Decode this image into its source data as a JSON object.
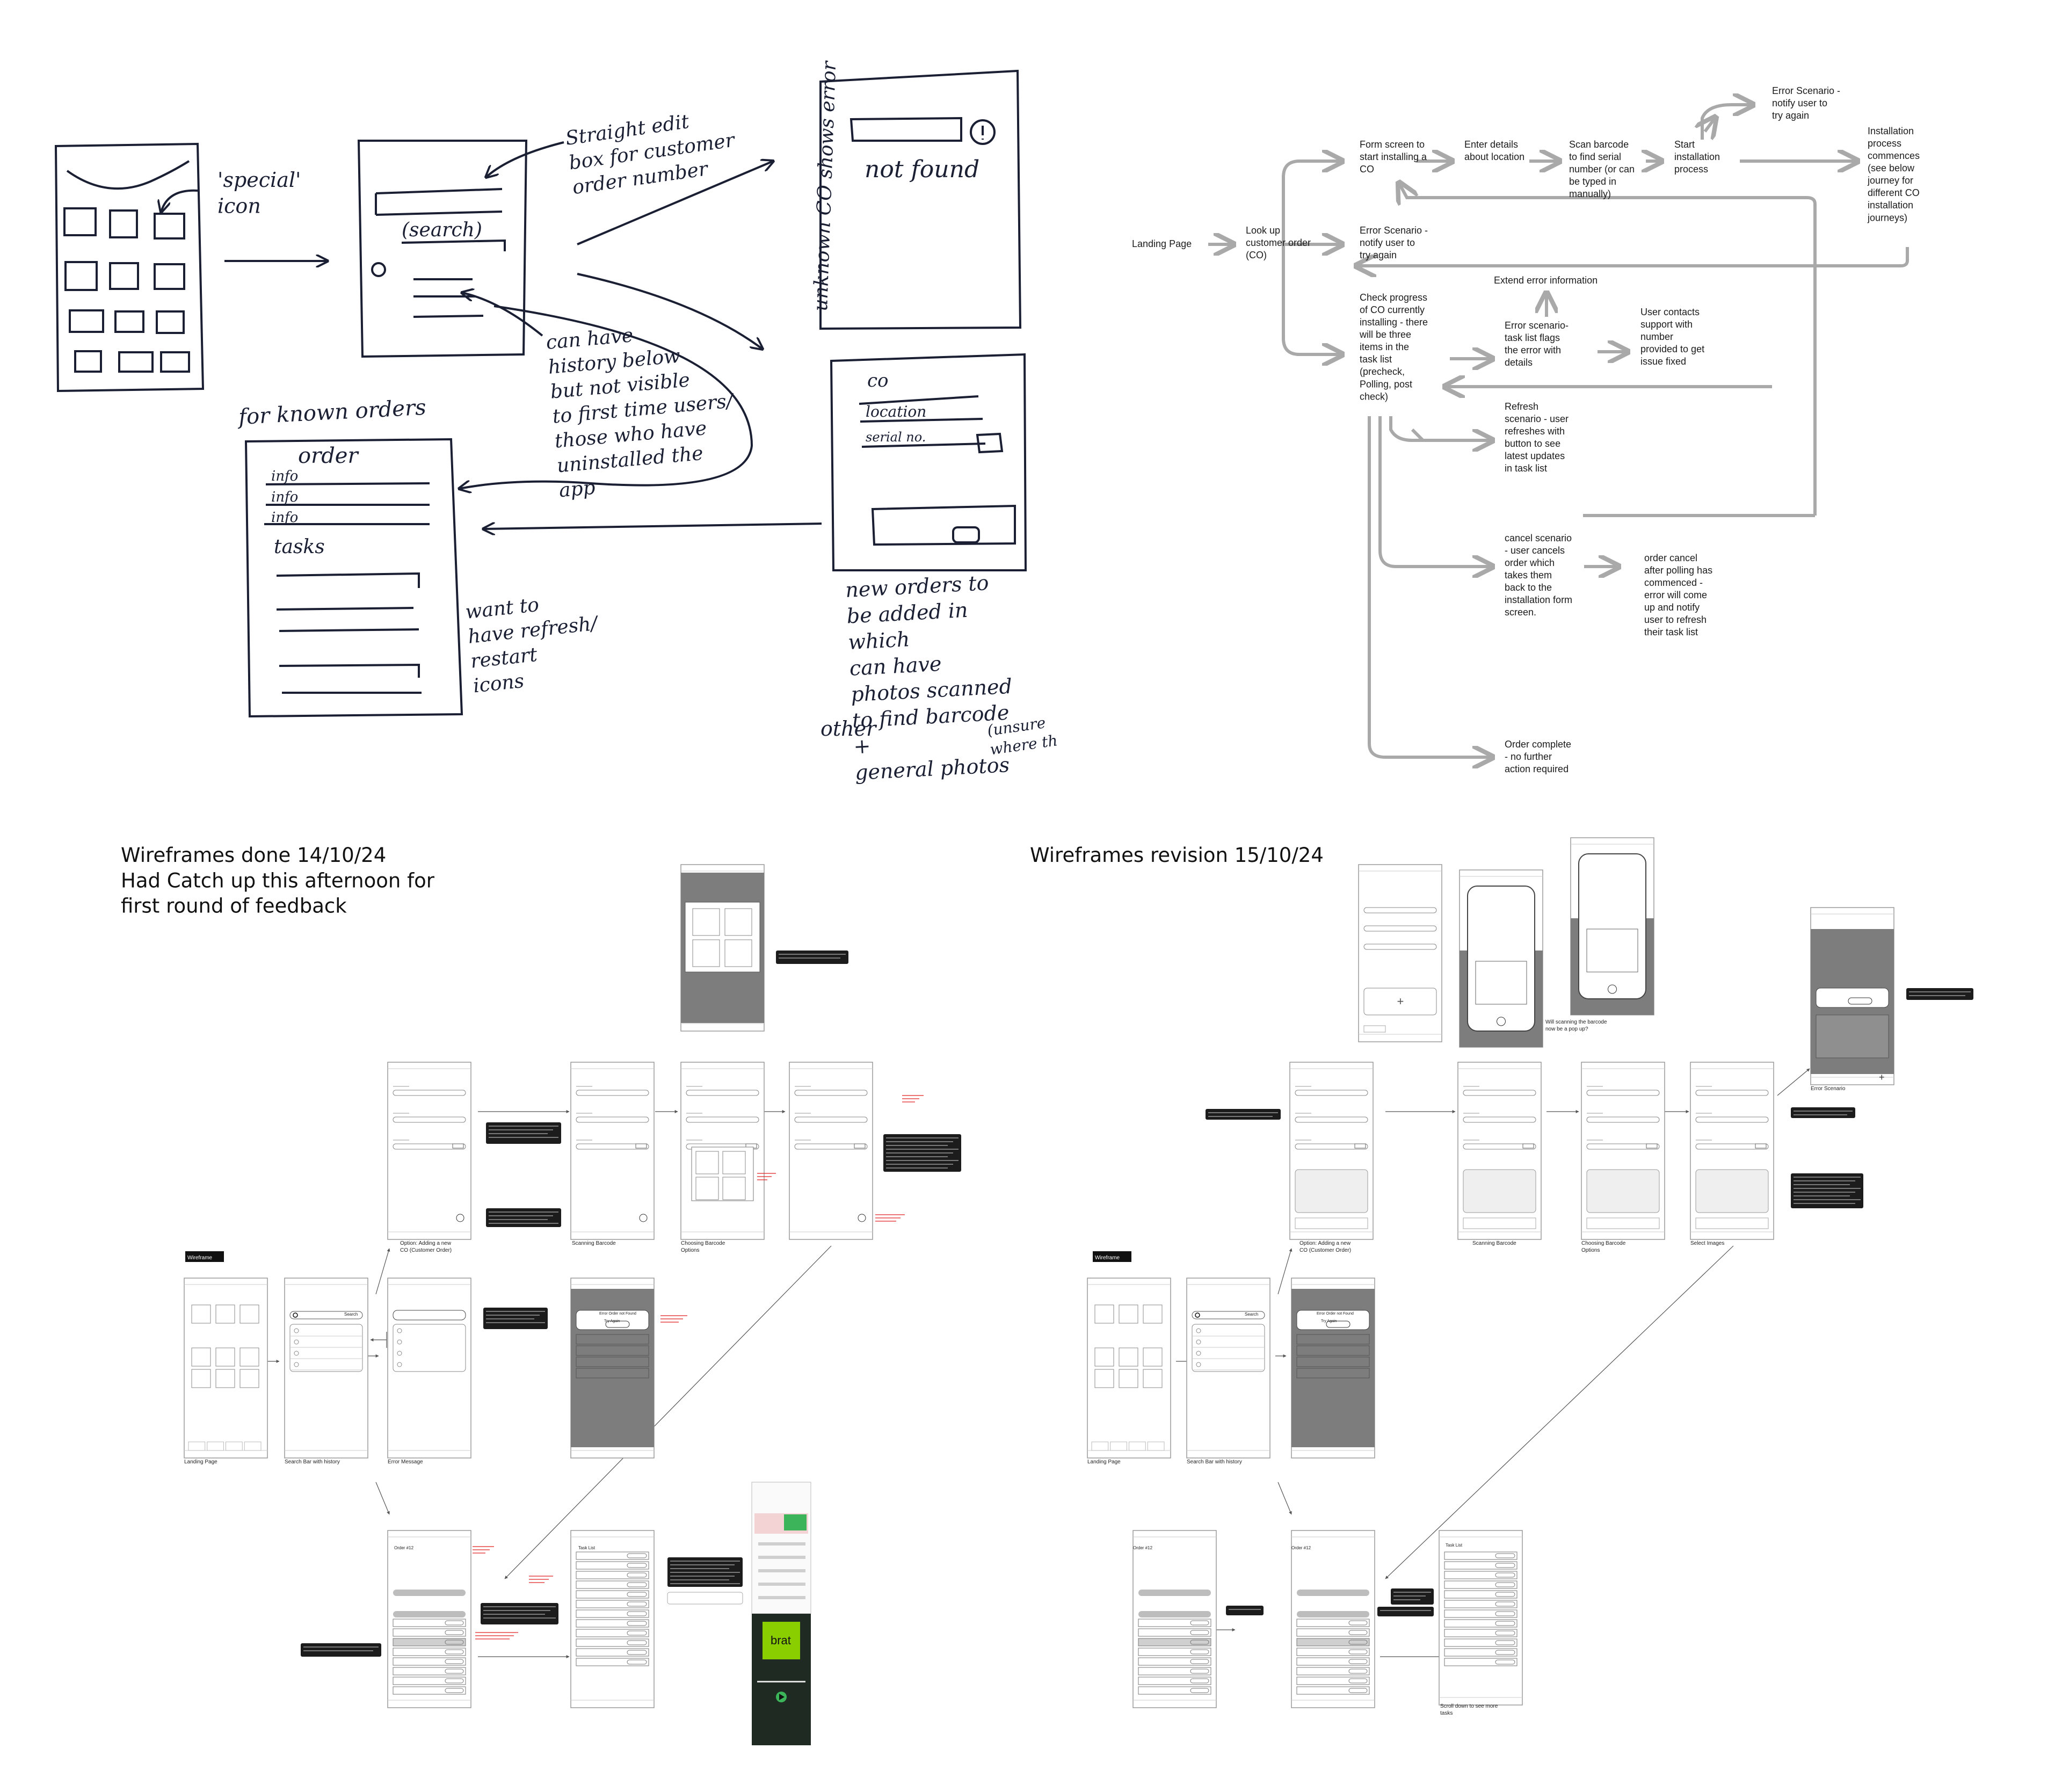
{
  "sketches": {
    "special_icon_note": "'special'\nicon",
    "search_box_text": "(search)",
    "edit_box_note": "Straight edit\nbox for customer\norder number",
    "unknown_co_note": "unknown CO shows error",
    "not_found_text": "not found",
    "history_note": "can have\nhistory below\nbut not visible\nto first time users/\nthose who have\nuninstalled the\napp",
    "known_orders_note": "for known orders",
    "order_text": "order",
    "order_lines": [
      "info",
      "info",
      "info"
    ],
    "tasks_text": "tasks",
    "refresh_note": "want to\nhave refresh/\nrestart\nicons",
    "co_text": "co",
    "location_text": "location",
    "serial_text": "serial no.",
    "new_orders_note": "new orders to\nbe added in\nwhich\ncan have\nphotos scanned\nto find barcode\n+\ngeneral photos",
    "other_text": "other",
    "unsure_text": "(unsure\nwhere th"
  },
  "flow": {
    "landing": "Landing Page",
    "lookup": "Look up\ncustomer order\n(CO)",
    "form_screen": "Form screen to\nstart installing a\nCO",
    "enter_details": "Enter details\nabout location",
    "scan_barcode": "Scan barcode\nto find serial\nnumber (or can\nbe typed in\nmanually)",
    "start_install": "Start\ninstallation\nprocess",
    "error_top": "Error Scenario -\nnotify user to\ntry again",
    "install_commences": "Installation\nprocess\ncommences\n(see below\njourney for\ndifferent CO\ninstallation\njourneys)",
    "error_lookup": "Error Scenario -\nnotify user to\ntry again",
    "check_progress": "Check progress\nof CO currently\ninstalling - there\nwill be three\nitems in the\ntask list\n(precheck,\nPolling, post\ncheck)",
    "extend_error": "Extend error information",
    "error_tasklist": "Error scenario-\ntask list flags\nthe error with\ndetails",
    "user_contacts": "User contacts\nsupport with\nnumber\nprovided to get\nissue fixed",
    "refresh_scenario": "Refresh\nscenario - user\nrefreshes with\nbutton to see\nlatest updates\nin task list",
    "cancel_scenario": "cancel  scenario\n- user cancels\norder which\ntakes them\nback to the\ninstallation form\nscreen.",
    "order_cancel": "order cancel\nafter polling has\ncommenced -\nerror will come\nup and notify\nuser to refresh\ntheir task list",
    "order_complete": "Order complete\n- no further\naction required"
  },
  "wireframes_v1": {
    "heading": "Wireframes done 14/10/24\nHad Catch up this afternoon for\nfirst round of feedback",
    "tag": "Wireframe",
    "labels": {
      "landing": "Landing Page",
      "search": "Search Bar with history",
      "error": "Error Message",
      "option": "Option: Adding a new\nCO (Customer Order)",
      "scanning": "Scanning Barcode",
      "choosing": "Choosing Barcode\nOptions"
    },
    "search_button": "Search",
    "error_card": "Error Order not Found",
    "try_again": "Try Again",
    "order_title": "Order #12",
    "task_list_title": "Task List",
    "album": "brat"
  },
  "wireframes_v2": {
    "heading": "Wireframes revision 15/10/24",
    "tag": "Wireframe",
    "labels": {
      "landing": "Landing Page",
      "search": "Search Bar with history",
      "option": "Option: Adding a new\nCO (Customer Order)",
      "scanning": "Scanning Barcode",
      "choosing": "Choosing Barcode\nOptions",
      "select_images": "Select Images",
      "error_scenario": "Error Scenario",
      "popup_question": "Will scanning the barcode\nnow be a pop up?",
      "scroll_note": "Scroll down to see more\ntasks"
    },
    "search_button": "Search",
    "error_card": "Error Order not Found",
    "try_again": "Try Again",
    "order_title": "Order #12",
    "task_list_title": "Task List"
  },
  "colors": {
    "ink": "#1a1f33",
    "arrow": "#a9a9a9",
    "tooltip": "#1c1c1c",
    "overlay": "#7d7d7d",
    "note_red": "#e02020",
    "album_green": "#8ace00"
  }
}
